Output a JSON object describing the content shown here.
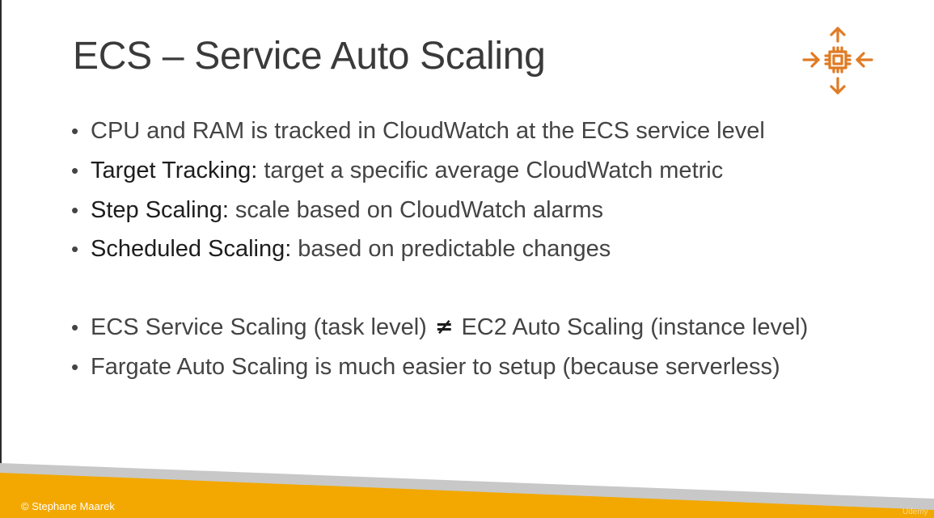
{
  "slide": {
    "title": "ECS – Service Auto Scaling",
    "icon": "auto-scaling-icon",
    "accent_color": "#e07b24",
    "bullets": [
      {
        "bold": "",
        "text": "CPU and RAM is tracked in CloudWatch at the ECS service level"
      },
      {
        "bold": "Target Tracking:",
        "text": "target a specific average CloudWatch metric"
      },
      {
        "bold": "Step Scaling:",
        "text": "scale based on CloudWatch alarms"
      },
      {
        "bold": "Scheduled Scaling:",
        "text": "based on predictable changes"
      }
    ],
    "bullets2": [
      {
        "before": "ECS Service Scaling (task level)",
        "symbol": "≠",
        "after": "EC2 Auto Scaling (instance level)"
      },
      {
        "text": "Fargate Auto Scaling is much easier to setup (because serverless)"
      }
    ]
  },
  "footer": {
    "copyright": "© Stephane Maarek",
    "watermark": "Udemy",
    "bar_color": "#f2a800",
    "stripe_color": "#c8c8c8"
  }
}
